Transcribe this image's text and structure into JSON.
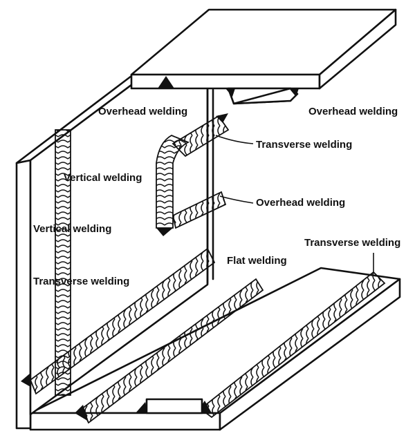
{
  "diagram": {
    "labels": {
      "overhead_left": "Overhead welding",
      "overhead_right": "Overhead welding",
      "transverse_frame": "Transverse welding",
      "overhead_frame": "Overhead welding",
      "vertical_inner": "Vertical welding",
      "vertical_outer": "Vertical welding",
      "transverse_left": "Transverse welding",
      "flat": "Flat welding",
      "transverse_right": "Transverse welding"
    },
    "colors": {
      "line": "#111111",
      "background": "#ffffff"
    }
  }
}
